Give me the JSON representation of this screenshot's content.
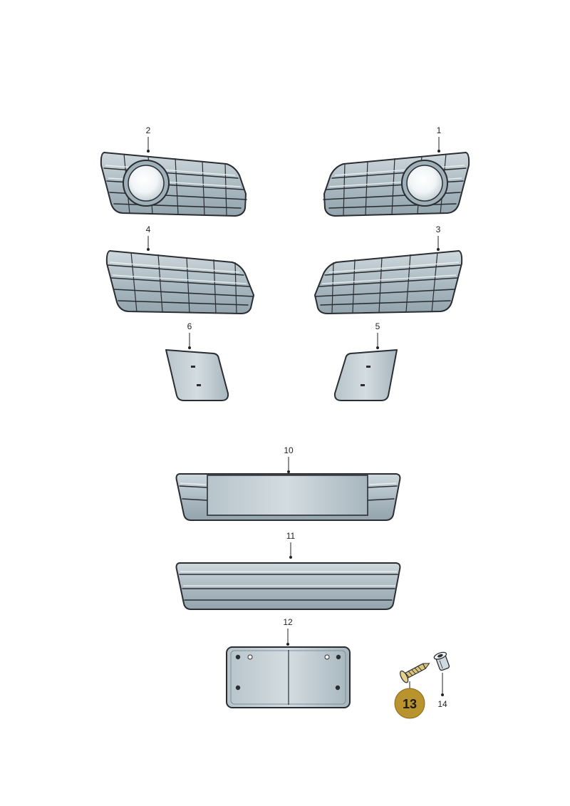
{
  "colors": {
    "part_fill": "#a9b8c0",
    "part_fill_light": "#cbd6dc",
    "outline": "#2a2e33",
    "badge": "#b8932e",
    "fastener": "#d9c57a"
  },
  "callouts": [
    {
      "id": "1",
      "label": "1"
    },
    {
      "id": "2",
      "label": "2"
    },
    {
      "id": "3",
      "label": "3"
    },
    {
      "id": "4",
      "label": "4"
    },
    {
      "id": "5",
      "label": "5"
    },
    {
      "id": "6",
      "label": "6"
    },
    {
      "id": "10",
      "label": "10"
    },
    {
      "id": "11",
      "label": "11"
    },
    {
      "id": "12",
      "label": "12"
    },
    {
      "id": "14",
      "label": "14"
    }
  ],
  "highlighted_part": {
    "label": "13"
  }
}
